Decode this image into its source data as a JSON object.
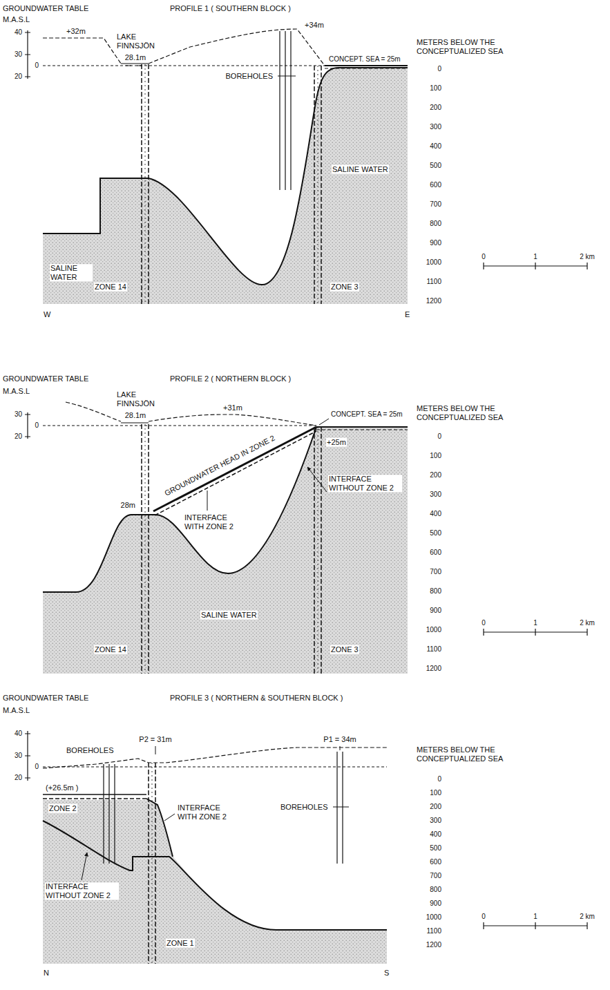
{
  "diagram": {
    "labels": [
      "GROUNDWATER TABLE",
      "PROFILE 1 ( SOUTHERN BLOCK )",
      "M.A.S.L",
      "40",
      "30",
      "20",
      "0",
      "+32m",
      "LAKE FINNSJÖN",
      "28.1m",
      "+34m",
      "BOREHOLES",
      "CONCEPT. SEA = 25m",
      "METERS BELOW THE CONCEPTUALIZED SEA",
      "0",
      "100",
      "200",
      "300",
      "400",
      "500",
      "600",
      "700",
      "800",
      "900",
      "1000",
      "1100",
      "1200",
      "SALINE WATER",
      "SALINE WATER",
      "ZONE 14",
      "ZONE 3",
      "0",
      "1",
      "2 km",
      "W",
      "E",
      "GROUNDWATER TABLE",
      "PROFILE 2 ( NORTHERN BLOCK )",
      "M.A.S.L",
      "30",
      "20",
      "0",
      "LAKE FINNSJÖN",
      "28.1m",
      "+31m",
      "CONCEPT. SEA = 25m",
      "GROUNDWATER HEAD IN ZONE 2",
      "+25m",
      "METERS BELOW THE CONCEPTUALIZED SEA",
      "0",
      "100",
      "200",
      "300",
      "400",
      "500",
      "600",
      "700",
      "800",
      "900",
      "1000",
      "1100",
      "1200",
      "28m",
      "INTERFACE WITH ZONE 2",
      "INTERFACE WITHOUT ZONE 2",
      "SALINE WATER",
      "ZONE 14",
      "ZONE 3",
      "0",
      "1",
      "2 km",
      "GROUNDWATER TABLE",
      "PROFILE 3 ( NORTHERN & SOUTHERN BLOCK )",
      "M.A.S.L",
      "40",
      "30",
      "20",
      "0",
      "BOREHOLES",
      "P2 = 31m",
      "P1 = 34m",
      "METERS BELOW THE CONCEPTUALIZED SEA",
      "(+26.5m )",
      "ZONE 2",
      "INTERFACE WITH ZONE 2",
      "BOREHOLES",
      "0",
      "100",
      "200",
      "300",
      "400",
      "500",
      "600",
      "700",
      "800",
      "900",
      "1000",
      "1100",
      "1200",
      "INTERFACE WITHOUT ZONE 2",
      "ZONE 1",
      "0",
      "1",
      "2 km",
      "N",
      "S"
    ]
  }
}
